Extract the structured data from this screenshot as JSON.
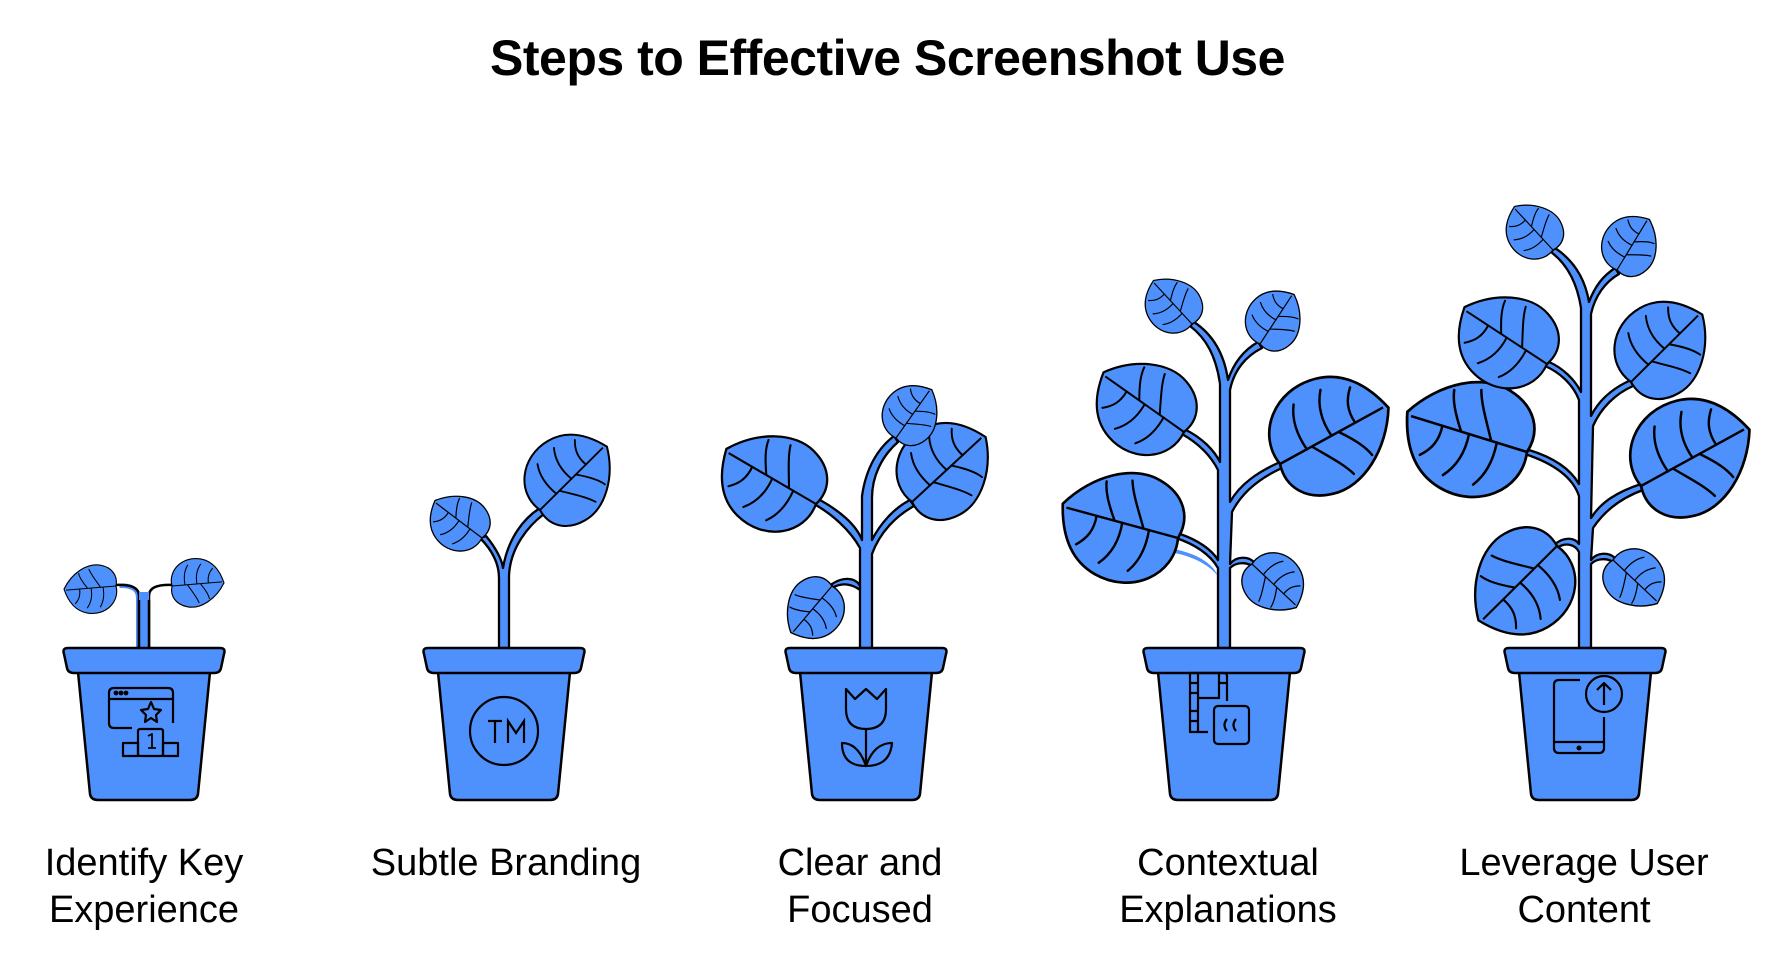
{
  "title": "Steps to Effective Screenshot Use",
  "colors": {
    "plant_fill": "#4f91fc",
    "outline": "#000000",
    "background": "#ffffff"
  },
  "steps": [
    {
      "label_line1": "Identify Key",
      "label_line2": "Experience",
      "icon": "browser-star-podium-icon",
      "growth_stage": 1
    },
    {
      "label_line1": "Subtle Branding",
      "label_line2": "",
      "icon": "trademark-icon",
      "growth_stage": 2
    },
    {
      "label_line1": "Clear and",
      "label_line2": "Focused",
      "icon": "tulip-icon",
      "growth_stage": 3
    },
    {
      "label_line1": "Contextual",
      "label_line2": "Explanations",
      "icon": "film-captions-icon",
      "growth_stage": 4
    },
    {
      "label_line1": "Leverage User",
      "label_line2": "Content",
      "icon": "phone-upload-icon",
      "growth_stage": 5
    }
  ]
}
